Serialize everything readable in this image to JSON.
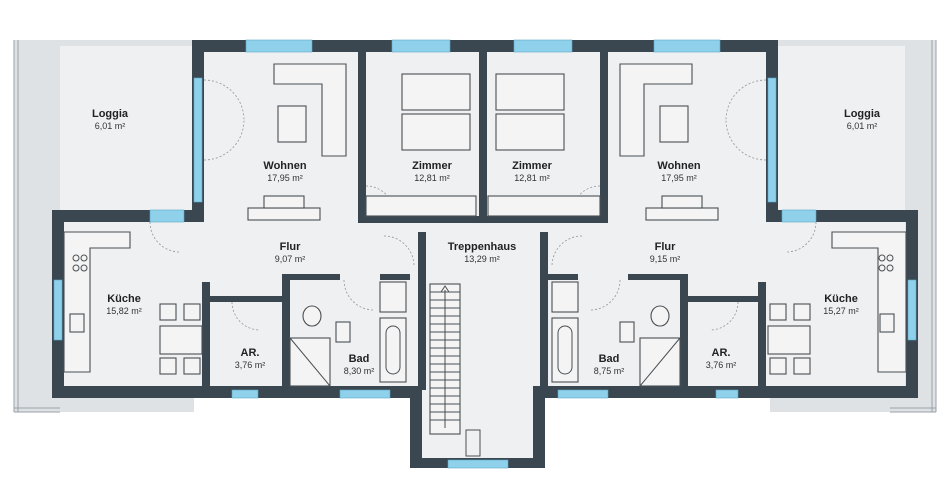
{
  "rooms": {
    "loggia_left": {
      "name": "Loggia",
      "area": "6,01 m²"
    },
    "wohnen_left": {
      "name": "Wohnen",
      "area": "17,95 m²"
    },
    "zimmer_left": {
      "name": "Zimmer",
      "area": "12,81 m²"
    },
    "zimmer_right": {
      "name": "Zimmer",
      "area": "12,81 m²"
    },
    "wohnen_right": {
      "name": "Wohnen",
      "area": "17,95 m²"
    },
    "loggia_right": {
      "name": "Loggia",
      "area": "6,01 m²"
    },
    "flur_left": {
      "name": "Flur",
      "area": "9,07 m²"
    },
    "treppenhaus": {
      "name": "Treppenhaus",
      "area": "13,29 m²"
    },
    "flur_right": {
      "name": "Flur",
      "area": "9,15 m²"
    },
    "kueche_left": {
      "name": "Küche",
      "area": "15,82 m²"
    },
    "kueche_right": {
      "name": "Küche",
      "area": "15,27 m²"
    },
    "ar_left": {
      "name": "AR.",
      "area": "3,76 m²"
    },
    "ar_right": {
      "name": "AR.",
      "area": "3,76 m²"
    },
    "bad_left": {
      "name": "Bad",
      "area": "8,30 m²"
    },
    "bad_right": {
      "name": "Bad",
      "area": "8,75 m²"
    }
  },
  "colors": {
    "wall": "#3b4750",
    "floor": "#eef0f1",
    "loggia": "#dfe2e4",
    "window": "#8fd0ea"
  }
}
